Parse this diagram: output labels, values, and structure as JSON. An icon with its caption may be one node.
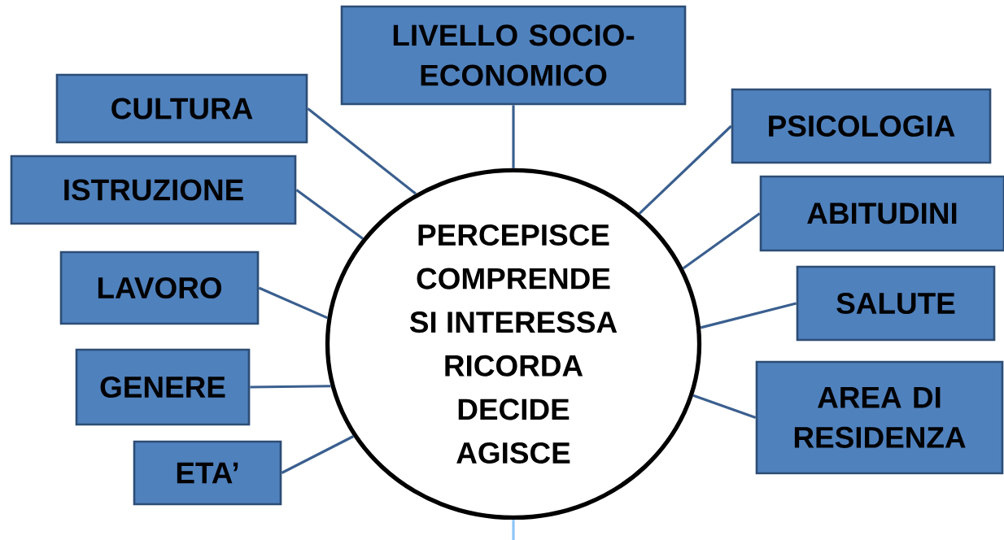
{
  "diagram": {
    "nodes": [
      {
        "text": [
          "PERCEPISCE",
          "COMPRENDE",
          "SI INTERESSA",
          "RICORDA",
          "DECIDE",
          "AGISCE"
        ]
      },
      {
        "text": [
          "LIVELLO SOCIO-ECONOMICO"
        ]
      },
      {
        "text": [
          "CULTURA"
        ]
      },
      {
        "text": [
          "PSICOLOGIA"
        ]
      },
      {
        "text": [
          "ISTRUZIONE"
        ]
      },
      {
        "text": [
          "ABITUDINI"
        ]
      },
      {
        "text": [
          "LAVORO"
        ]
      },
      {
        "text": [
          "SALUTE"
        ]
      },
      {
        "text": [
          "GENERE"
        ]
      },
      {
        "text": [
          "AREA DI RESIDENZA"
        ]
      },
      {
        "text": [
          "ETA’"
        ]
      }
    ],
    "edges": [
      {
        "from": 1,
        "to": 0,
        "arrow": "none"
      },
      {
        "from": 2,
        "to": 0,
        "arrow": "none"
      },
      {
        "from": 3,
        "to": 0,
        "arrow": "none"
      },
      {
        "from": 4,
        "to": 0,
        "arrow": "none"
      },
      {
        "from": 5,
        "to": 0,
        "arrow": "none"
      },
      {
        "from": 6,
        "to": 0,
        "arrow": "none"
      },
      {
        "from": 7,
        "to": 0,
        "arrow": "none"
      },
      {
        "from": 8,
        "to": 0,
        "arrow": "none"
      },
      {
        "from": 9,
        "to": 0,
        "arrow": "none"
      },
      {
        "from": 10,
        "to": 0,
        "arrow": "none"
      },
      {
        "from": 0,
        "to": null,
        "arrow": "none",
        "color": "#8ec5f5"
      }
    ]
  }
}
